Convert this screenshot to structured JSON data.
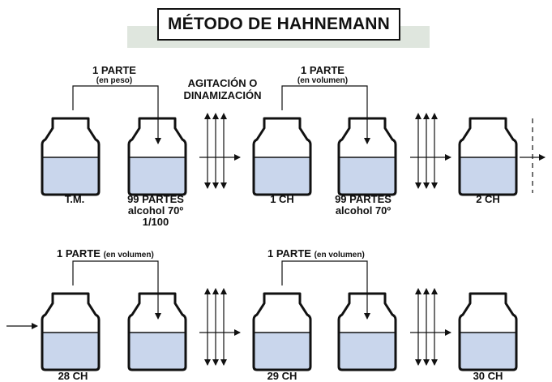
{
  "title": "MÉTODO DE HAHNEMANN",
  "row1": {
    "transfer1": {
      "main": "1 PARTE",
      "sub": "(en peso)"
    },
    "agitation": [
      "AGITACIÓN O",
      "DINAMIZACIÓN"
    ],
    "transfer2": {
      "main": "1 PARTE",
      "sub": "(en volumen)"
    },
    "labels": {
      "tm": "T.M.",
      "solvent1": [
        "99 PARTES",
        "alcohol 70º",
        "1/100"
      ],
      "ch1": "1 CH",
      "solvent2": [
        "99 PARTES",
        "alcohol 70º"
      ],
      "ch2": "2 CH"
    }
  },
  "row2": {
    "transfer1": {
      "main": "1 PARTE",
      "sub": "(en volumen)"
    },
    "transfer2": {
      "main": "1 PARTE",
      "sub": "(en volumen)"
    },
    "labels": {
      "ch28": "28 CH",
      "ch29": "29 CH",
      "ch30": "30 CH"
    }
  },
  "colors": {
    "liquid": "#c9d6ec",
    "band": "#dfe6de",
    "stroke": "#111111"
  }
}
